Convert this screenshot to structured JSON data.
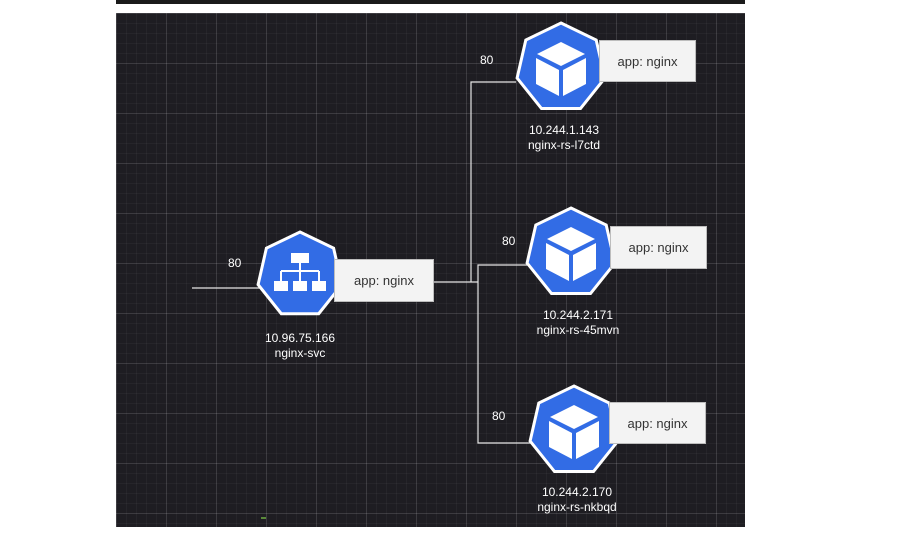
{
  "service": {
    "port": "80",
    "label": "app: nginx",
    "ip": "10.96.75.166",
    "name": "nginx-svc",
    "icon": "service-network-icon"
  },
  "pods": [
    {
      "port": "80",
      "label": "app: nginx",
      "ip": "10.244.1.143",
      "name": "nginx-rs-l7ctd",
      "icon": "pod-cube-icon"
    },
    {
      "port": "80",
      "label": "app: nginx",
      "ip": "10.244.2.171",
      "name": "nginx-rs-45mvn",
      "icon": "pod-cube-icon"
    },
    {
      "port": "80",
      "label": "app: nginx",
      "ip": "10.244.2.170",
      "name": "nginx-rs-nkbqd",
      "icon": "pod-cube-icon"
    }
  ],
  "colors": {
    "k8s_blue": "#326ce5",
    "canvas": "#1e1d22",
    "line": "#e6e6e6"
  }
}
